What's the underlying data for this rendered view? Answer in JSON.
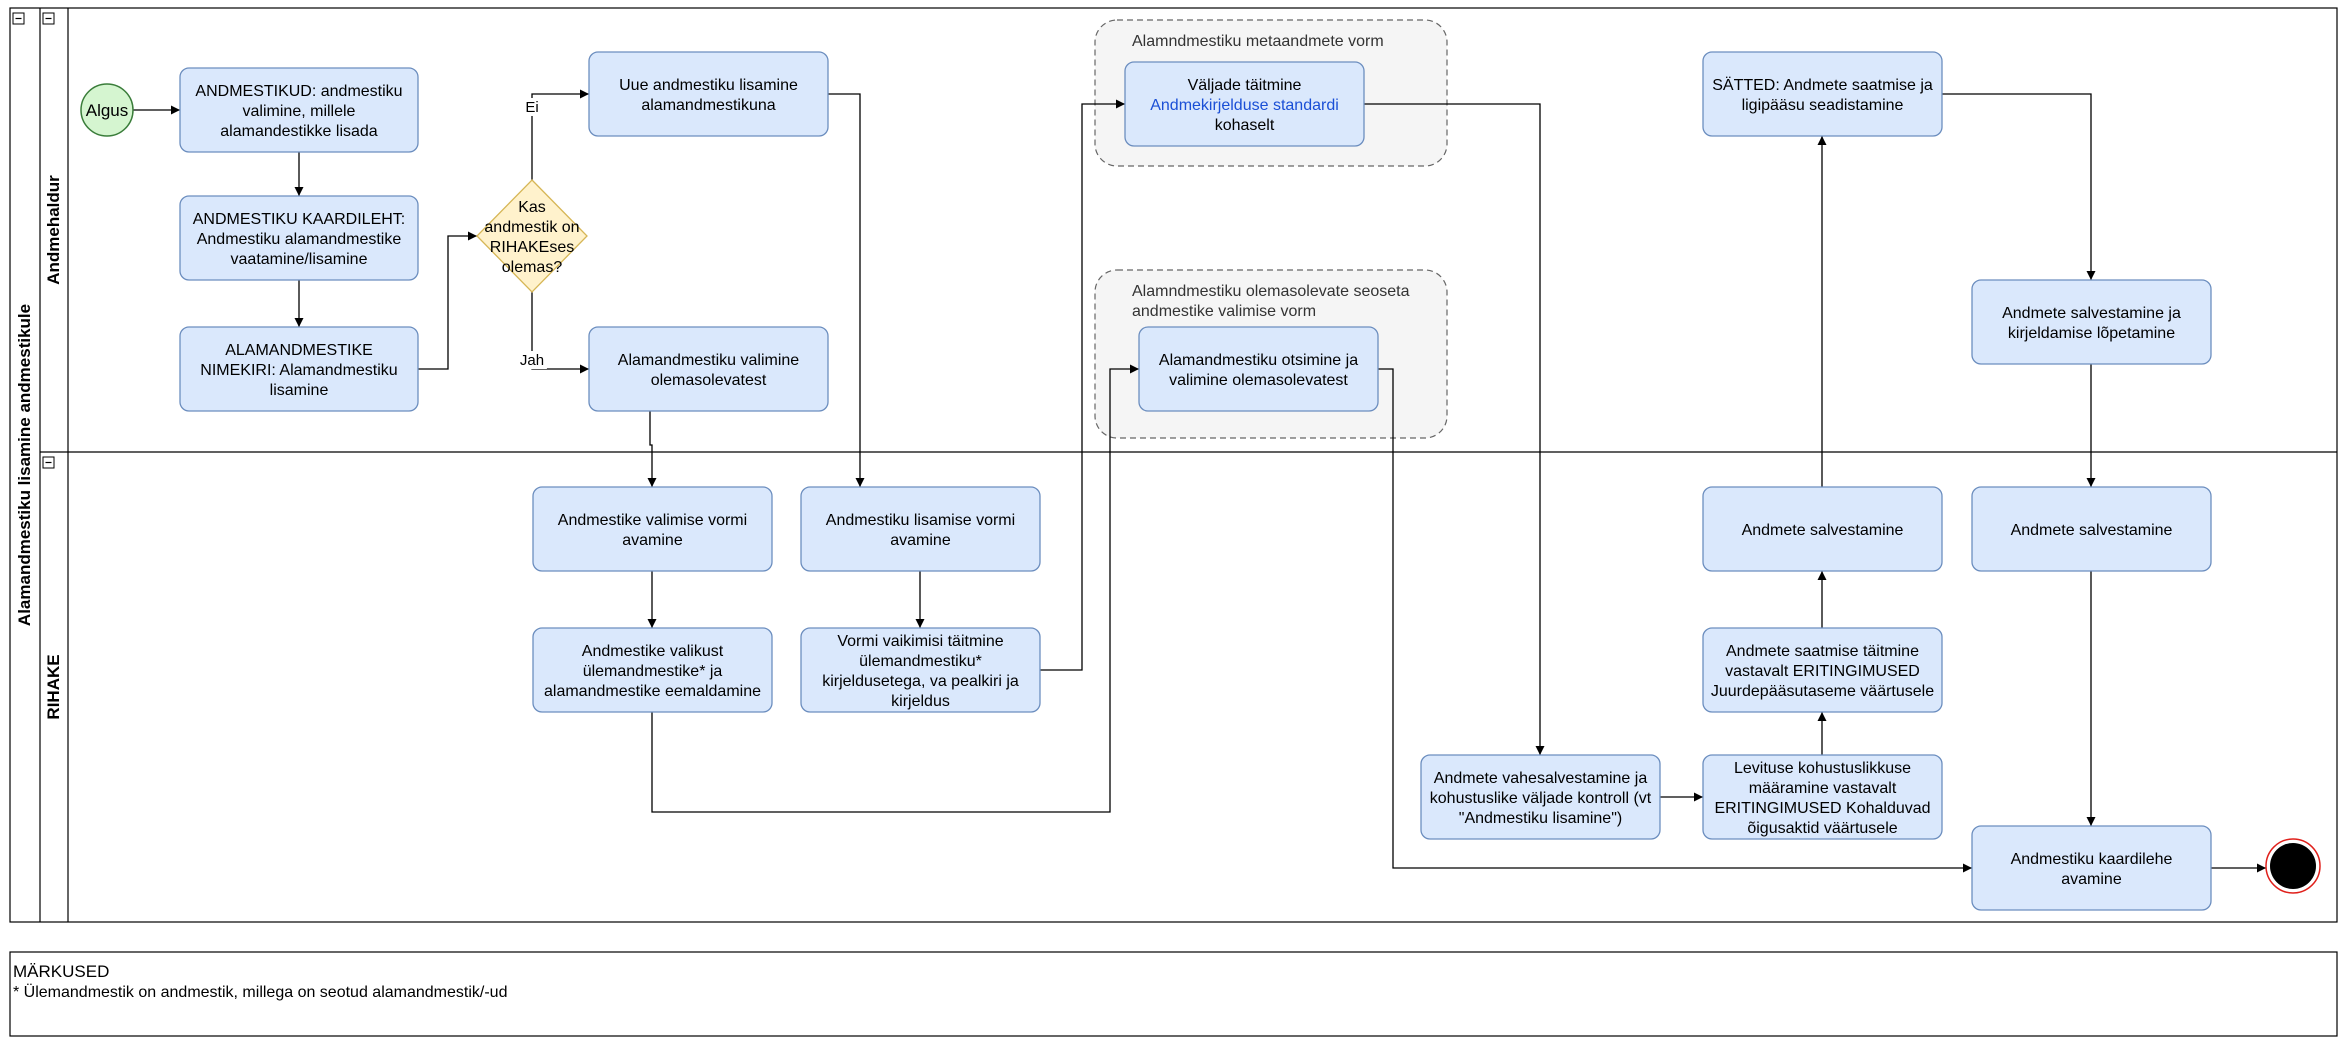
{
  "pool": {
    "title": "Alamandmestiku lisamine andmestikule",
    "lanes": [
      {
        "id": "andmehaldur",
        "label": "Andmehaldur"
      },
      {
        "id": "rihake",
        "label": "RIHAKE"
      }
    ],
    "collapse_symbol": "⊟"
  },
  "groups": [
    {
      "id": "grp-metaandmed",
      "label": "Alamndmestiku metaandmete vorm"
    },
    {
      "id": "grp-seosed",
      "label": "Alamndmestiku olemasolevate seoseta andmestike valimise vorm"
    }
  ],
  "events": {
    "start": "Algus",
    "end": ""
  },
  "gateway": {
    "label": "Kas andmestik on RIHAKEses olemas?",
    "yes": "Jah",
    "no": "Ei"
  },
  "tasks": [
    {
      "id": "t1",
      "label": "ANDMESTIKUD: andmestiku valimine, millele alamandestikke lisada"
    },
    {
      "id": "t2",
      "label": "ANDMESTIKU KAARDILEHT: Andmestiku alamandmestike vaatamine/lisamine"
    },
    {
      "id": "t3",
      "label": "ALAMANDMESTIKE NIMEKIRI: Alamandmestiku lisamine"
    },
    {
      "id": "t4",
      "label": "Uue andmestiku lisamine alamandmestikuna"
    },
    {
      "id": "t5",
      "label": "Alamandmestiku valimine olemasolevatest"
    },
    {
      "id": "t6",
      "label": "Väljade täitmine Andmekirjelduse standardi kohaselt",
      "link_text": "Andmekirjelduse standardi"
    },
    {
      "id": "t7",
      "label": "Alamandmestiku otsimine ja valimine olemasolevatest"
    },
    {
      "id": "t8",
      "label": "SÄTTED: Andmete saatmise ja ligipääsu seadistamine"
    },
    {
      "id": "t9",
      "label": "Andmete salvestamine ja kirjeldamise lõpetamine"
    },
    {
      "id": "t10",
      "label": "Andmestike valimise vormi avamine"
    },
    {
      "id": "t11",
      "label": "Andmestiku lisamise vormi avamine"
    },
    {
      "id": "t12",
      "label": "Andmestike valikust ülemandmestike* ja alamandmestike eemaldamine"
    },
    {
      "id": "t13",
      "label": "Vormi vaikimisi täitmine ülemandmestiku* kirjeldusetega, va pealkiri ja kirjeldus"
    },
    {
      "id": "t14",
      "label": "Andmete vahesalvestamine ja kohustuslike väljade kontroll (vt \"Andmestiku lisamine\")"
    },
    {
      "id": "t15",
      "label": "Levituse kohustuslikkuse määramine vastavalt ERITINGIMUSED Kohalduvad õigusaktid väärtusele"
    },
    {
      "id": "t16",
      "label": "Andmete saatmise täitmine vastavalt ERITINGIMUSED Juurdepääsutaseme väärtusele"
    },
    {
      "id": "t17",
      "label": "Andmete salvestamine"
    },
    {
      "id": "t18",
      "label": "Andmete salvestamine"
    },
    {
      "id": "t19",
      "label": "Andmestiku kaardilehe avamine"
    }
  ],
  "notes": {
    "title": "MÄRKUSED",
    "text": "* Ülemandmestik on andmestik, millega on seotud alamandmestik/-ud"
  },
  "colors": {
    "task_fill": "#dae8fc",
    "task_stroke": "#6c8ebf",
    "start_fill": "#d5f5d0",
    "start_stroke": "#3a7d3a",
    "gateway_fill": "#fff2cc",
    "gateway_stroke": "#d6b656",
    "group_fill": "#f5f5f5",
    "group_stroke": "#666666",
    "end_fill": "#000000",
    "end_ring": "#e0201b",
    "link": "#1a4fd6",
    "line": "#000000"
  }
}
